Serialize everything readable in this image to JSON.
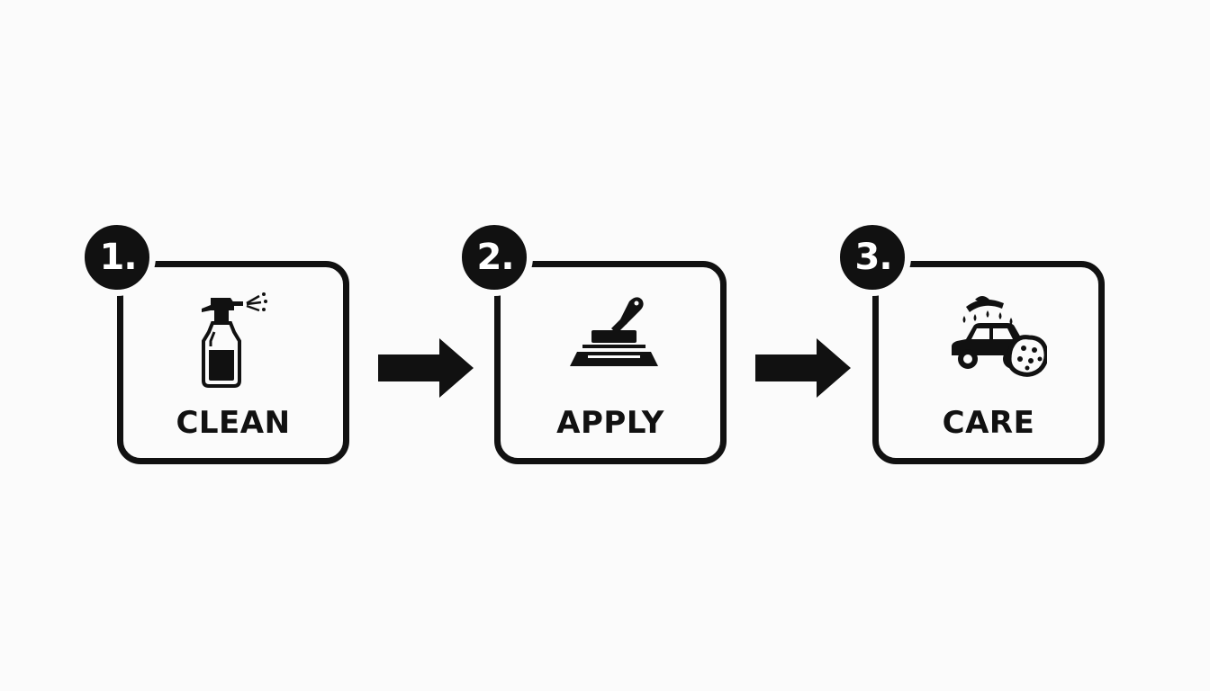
{
  "steps": [
    {
      "number": "1.",
      "label": "CLEAN",
      "icon": "spray-bottle-icon"
    },
    {
      "number": "2.",
      "label": "APPLY",
      "icon": "spatula-applicator-icon"
    },
    {
      "number": "3.",
      "label": "CARE",
      "icon": "car-wash-sponge-icon"
    }
  ],
  "connectors": [
    "right-arrow-icon",
    "right-arrow-icon"
  ],
  "colors": {
    "ink": "#111111",
    "background": "#fbfbfb"
  }
}
